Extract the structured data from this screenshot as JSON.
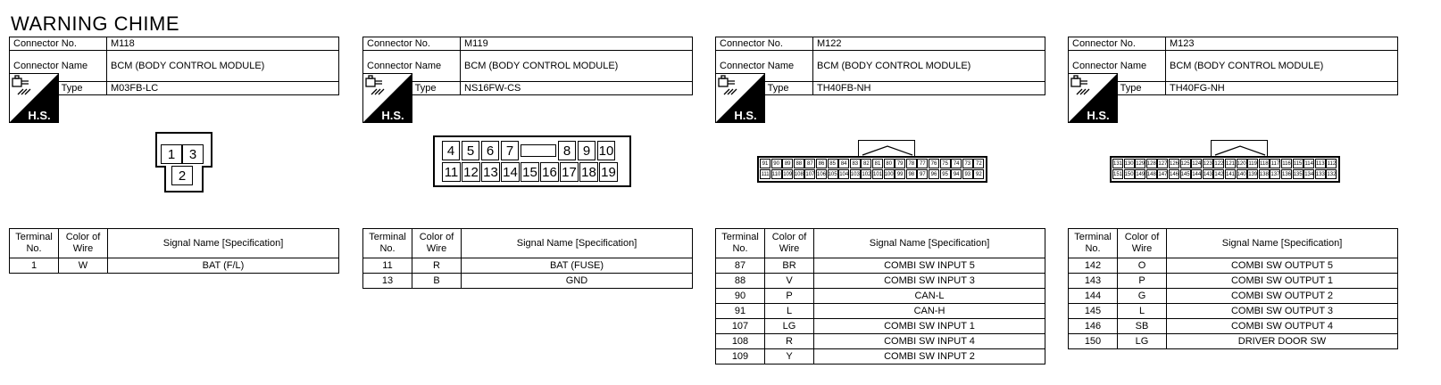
{
  "title": "WARNING CHIME",
  "labels": {
    "connector_no": "Connector No.",
    "connector_name": "Connector Name",
    "connector_type": "Connector Type",
    "hs": "H.S.",
    "col_terminal": "Terminal No.",
    "col_color": "Color of Wire",
    "col_signal": "Signal Name [Specification]"
  },
  "connectors": [
    {
      "no": "M118",
      "name": "BCM (BODY CONTROL MODULE)",
      "type": "M03FB-LC",
      "pins": [
        "1",
        "3",
        "2"
      ],
      "terminals": [
        {
          "no": "1",
          "color": "W",
          "signal": "BAT (F/L)"
        }
      ]
    },
    {
      "no": "M119",
      "name": "BCM (BODY CONTROL MODULE)",
      "type": "NS16FW-CS",
      "pins_top": [
        "4",
        "5",
        "6",
        "7",
        "",
        "8",
        "9",
        "10"
      ],
      "pins_bottom": [
        "11",
        "12",
        "13",
        "14",
        "15",
        "16",
        "17",
        "18",
        "19"
      ],
      "terminals": [
        {
          "no": "11",
          "color": "R",
          "signal": "BAT (FUSE)"
        },
        {
          "no": "13",
          "color": "B",
          "signal": "GND"
        }
      ]
    },
    {
      "no": "M122",
      "name": "BCM (BODY CONTROL MODULE)",
      "type": "TH40FB-NH",
      "pins_top": [
        "91",
        "90",
        "89",
        "88",
        "87",
        "86",
        "85",
        "84",
        "83",
        "82",
        "81",
        "80",
        "79",
        "78",
        "77",
        "76",
        "75",
        "74",
        "73",
        "72"
      ],
      "pins_bottom": [
        "111",
        "110",
        "109",
        "108",
        "107",
        "106",
        "105",
        "104",
        "103",
        "102",
        "101",
        "100",
        "99",
        "98",
        "97",
        "96",
        "95",
        "94",
        "93",
        "92"
      ],
      "terminals": [
        {
          "no": "87",
          "color": "BR",
          "signal": "COMBI SW INPUT 5"
        },
        {
          "no": "88",
          "color": "V",
          "signal": "COMBI SW INPUT 3"
        },
        {
          "no": "90",
          "color": "P",
          "signal": "CAN-L"
        },
        {
          "no": "91",
          "color": "L",
          "signal": "CAN-H"
        },
        {
          "no": "107",
          "color": "LG",
          "signal": "COMBI SW INPUT 1"
        },
        {
          "no": "108",
          "color": "R",
          "signal": "COMBI SW INPUT 4"
        },
        {
          "no": "109",
          "color": "Y",
          "signal": "COMBI SW INPUT 2"
        }
      ]
    },
    {
      "no": "M123",
      "name": "BCM (BODY CONTROL MODULE)",
      "type": "TH40FG-NH",
      "pins_top": [
        "131",
        "130",
        "129",
        "128",
        "127",
        "126",
        "125",
        "124",
        "123",
        "122",
        "121",
        "120",
        "119",
        "118",
        "117",
        "116",
        "115",
        "114",
        "113",
        "112"
      ],
      "pins_bottom": [
        "151",
        "150",
        "149",
        "148",
        "147",
        "146",
        "145",
        "144",
        "143",
        "142",
        "141",
        "140",
        "139",
        "138",
        "137",
        "136",
        "135",
        "134",
        "133",
        "132"
      ],
      "terminals": [
        {
          "no": "142",
          "color": "O",
          "signal": "COMBI SW OUTPUT 5"
        },
        {
          "no": "143",
          "color": "P",
          "signal": "COMBI SW OUTPUT 1"
        },
        {
          "no": "144",
          "color": "G",
          "signal": "COMBI SW OUTPUT 2"
        },
        {
          "no": "145",
          "color": "L",
          "signal": "COMBI SW OUTPUT 3"
        },
        {
          "no": "146",
          "color": "SB",
          "signal": "COMBI SW OUTPUT 4"
        },
        {
          "no": "150",
          "color": "LG",
          "signal": "DRIVER DOOR SW"
        }
      ]
    }
  ]
}
